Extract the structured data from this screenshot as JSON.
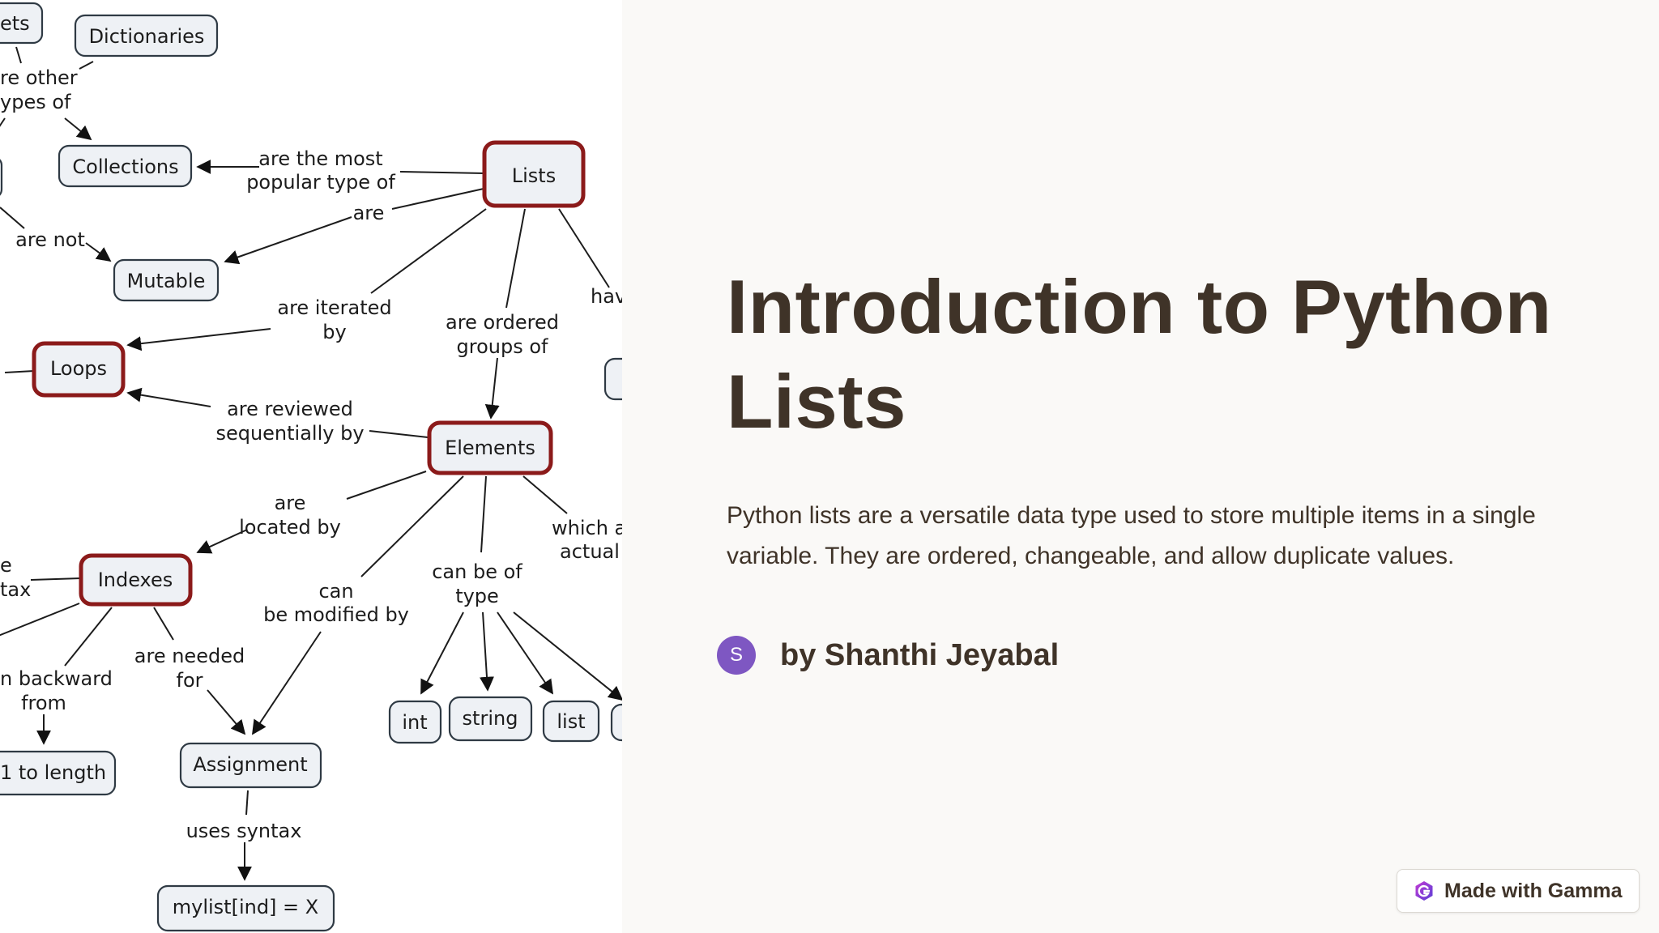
{
  "slide": {
    "title": "Introduction to Python Lists",
    "description": "Python lists are a versatile data type used to store multiple items in a single variable. They are ordered, changeable, and allow duplicate values.",
    "author": {
      "avatar_letter": "S",
      "avatar_color": "#7e57c2",
      "byline": "by Shanthi Jeyabal"
    },
    "badge": {
      "label": "Made with Gamma",
      "icon": "gamma-logo-icon"
    },
    "colors": {
      "text": "#3f3328",
      "background": "#faf9f7",
      "node_highlight": "#8b1a1a"
    }
  },
  "concept_map": {
    "nodes": {
      "sets": "ets",
      "dictionaries": "Dictionaries",
      "collections": "Collections",
      "lists": "Lists",
      "mutable": "Mutable",
      "loops": "Loops",
      "elements": "Elements",
      "indexes": "Indexes",
      "one_to_length": "1 to length",
      "assignment": "Assignment",
      "mylist_syntax": "mylist[ind] = X",
      "int": "int",
      "string": "string",
      "list": "list"
    },
    "links": {
      "are_other_types_of": [
        "re other",
        "ypes of"
      ],
      "are_the_most_popular_type_of": [
        "are the most",
        "popular type of"
      ],
      "are": "are",
      "are_not": "are not",
      "are_iterated_by": [
        "are iterated",
        "by"
      ],
      "are_ordered_groups_of": [
        "are ordered",
        "groups of"
      ],
      "have": "hav",
      "are_reviewed_sequentially_by": [
        "are reviewed",
        "sequentially by"
      ],
      "are_located_by": [
        "are",
        "located by"
      ],
      "which_actual": [
        "which a",
        "actual"
      ],
      "syntax": [
        "e",
        "tax"
      ],
      "can_be_of_type": [
        "can be of",
        "type"
      ],
      "can_be_modified_by": [
        "can",
        "be modified by"
      ],
      "are_needed_for": [
        "are needed",
        "for"
      ],
      "backward_from": [
        "n backward",
        "from"
      ],
      "uses_syntax": "uses syntax"
    }
  }
}
